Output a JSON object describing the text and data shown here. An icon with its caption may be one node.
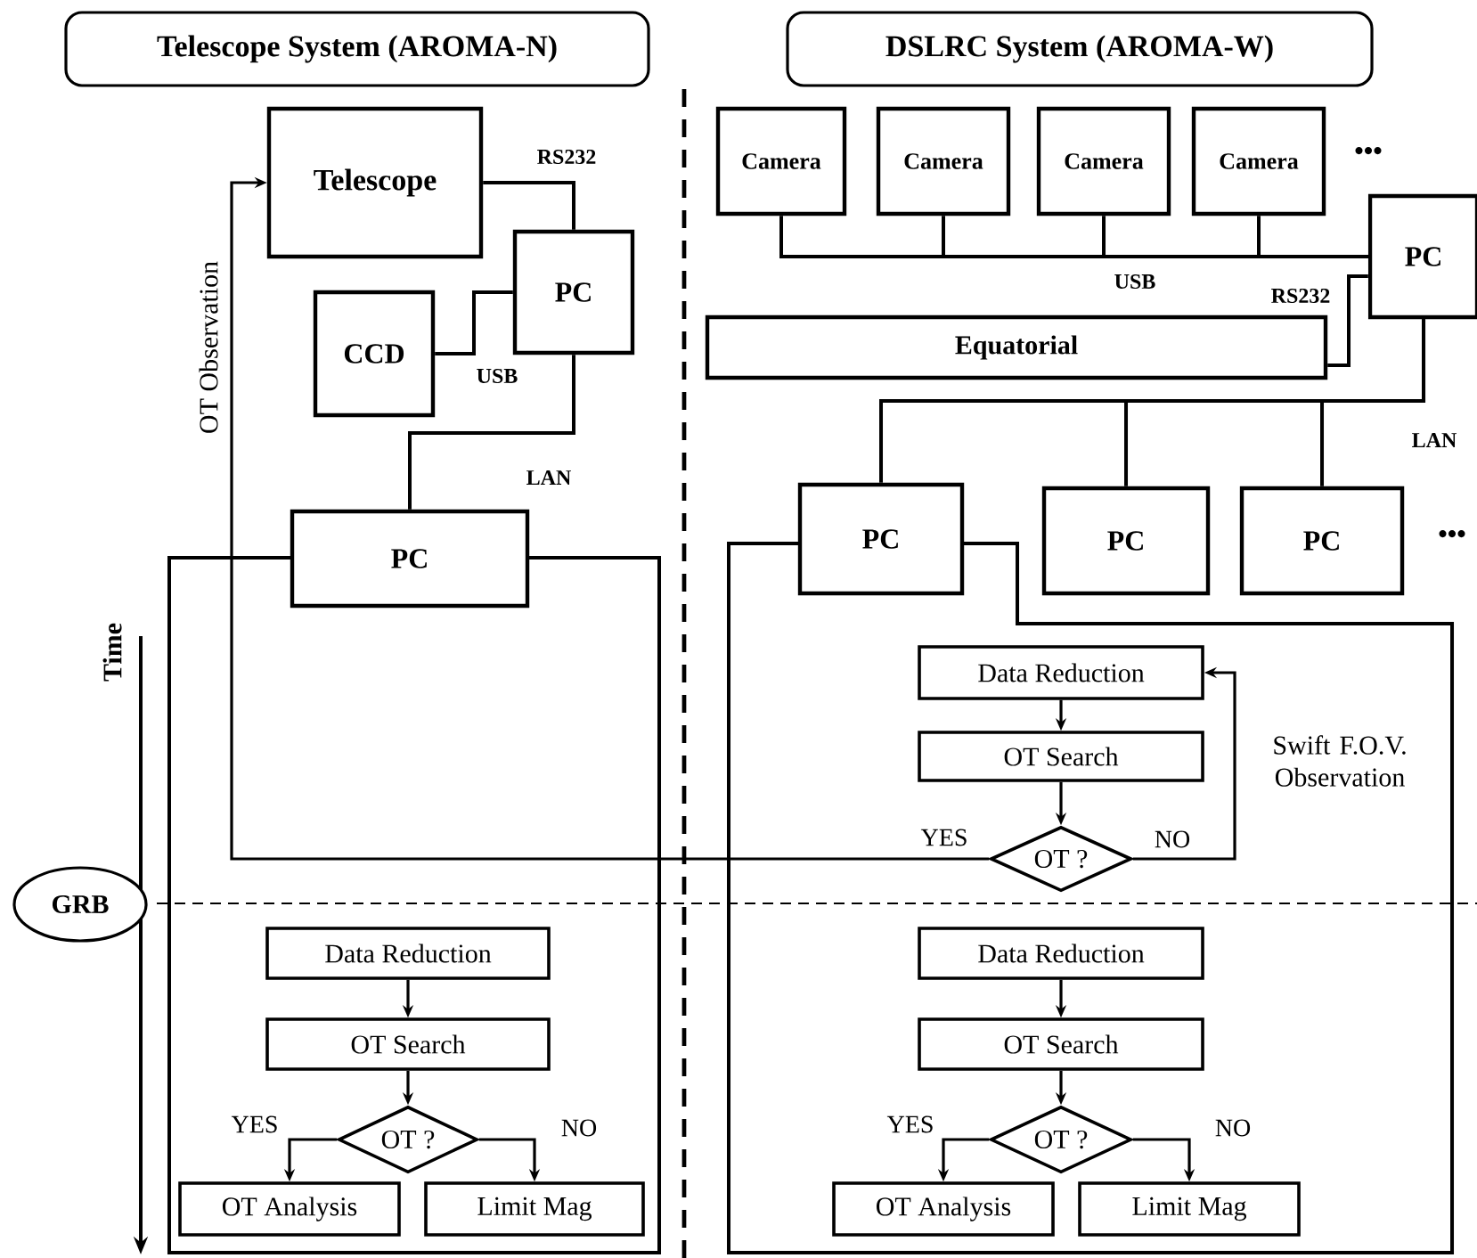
{
  "diagram": {
    "nodes": [
      {
        "text": [
          "Telescope System (AROMA-N)"
        ]
      },
      {
        "text": [
          "DSLRC System (AROMA-W)"
        ]
      },
      {
        "text": [
          "Telescope"
        ]
      },
      {
        "text": [
          "PC"
        ]
      },
      {
        "text": [
          "CCD"
        ]
      },
      {
        "text": [
          "PC"
        ]
      },
      {
        "text": [
          "Camera"
        ]
      },
      {
        "text": [
          "Camera"
        ]
      },
      {
        "text": [
          "Camera"
        ]
      },
      {
        "text": [
          "Camera"
        ]
      },
      {
        "text": [
          "PC"
        ]
      },
      {
        "text": [
          "Equatorial"
        ]
      },
      {
        "text": [
          "PC"
        ]
      },
      {
        "text": [
          "PC"
        ]
      },
      {
        "text": [
          "PC"
        ]
      },
      {
        "text": [
          "Data Reduction"
        ]
      },
      {
        "text": [
          "OT Search"
        ]
      },
      {
        "text": [
          "OT ?"
        ]
      },
      {
        "text": [
          "GRB"
        ]
      },
      {
        "text": [
          "Data Reduction"
        ]
      },
      {
        "text": [
          "OT Search"
        ]
      },
      {
        "text": [
          "OT ?"
        ]
      },
      {
        "text": [
          "OT Analysis"
        ]
      },
      {
        "text": [
          "Limit Mag"
        ]
      },
      {
        "text": [
          "Data Reduction"
        ]
      },
      {
        "text": [
          "OT Search"
        ]
      },
      {
        "text": [
          "OT ?"
        ]
      },
      {
        "text": [
          "OT Analysis"
        ]
      },
      {
        "text": [
          "Limit Mag"
        ]
      }
    ],
    "edges": [
      {
        "from": 2,
        "to": 3,
        "arrow": "none",
        "label": "RS232"
      },
      {
        "from": 4,
        "to": 3,
        "arrow": "none",
        "label": "USB"
      },
      {
        "from": 3,
        "to": 5,
        "arrow": "none",
        "label": "LAN"
      },
      {
        "from": 6,
        "to": 10,
        "arrow": "none",
        "label": "USB"
      },
      {
        "from": 7,
        "to": 10,
        "arrow": "none"
      },
      {
        "from": 8,
        "to": 10,
        "arrow": "none"
      },
      {
        "from": 9,
        "to": 10,
        "arrow": "none"
      },
      {
        "from": 11,
        "to": 10,
        "arrow": "none",
        "label": "RS232"
      },
      {
        "from": 10,
        "to": 12,
        "arrow": "none",
        "label": "LAN"
      },
      {
        "from": 10,
        "to": 13,
        "arrow": "none"
      },
      {
        "from": 10,
        "to": 14,
        "arrow": "none"
      },
      {
        "from": 15,
        "to": 16,
        "arrow": "to"
      },
      {
        "from": 16,
        "to": 17,
        "arrow": "to"
      },
      {
        "from": 17,
        "to": 15,
        "arrow": "to",
        "label": "NO"
      },
      {
        "from": 17,
        "to": 2,
        "arrow": "to",
        "label": "YES"
      },
      {
        "from": 19,
        "to": 20,
        "arrow": "to"
      },
      {
        "from": 20,
        "to": 21,
        "arrow": "to"
      },
      {
        "from": 21,
        "to": 22,
        "arrow": "to",
        "label": "YES"
      },
      {
        "from": 21,
        "to": 23,
        "arrow": "to",
        "label": "NO"
      },
      {
        "from": 24,
        "to": 25,
        "arrow": "to"
      },
      {
        "from": 25,
        "to": 26,
        "arrow": "to"
      },
      {
        "from": 26,
        "to": 27,
        "arrow": "to",
        "label": "YES"
      },
      {
        "from": 26,
        "to": 28,
        "arrow": "to",
        "label": "NO"
      }
    ],
    "labels": [
      "OT Observation",
      "•••",
      "•••",
      "Swift F.O.V. Observation",
      "Time"
    ]
  }
}
